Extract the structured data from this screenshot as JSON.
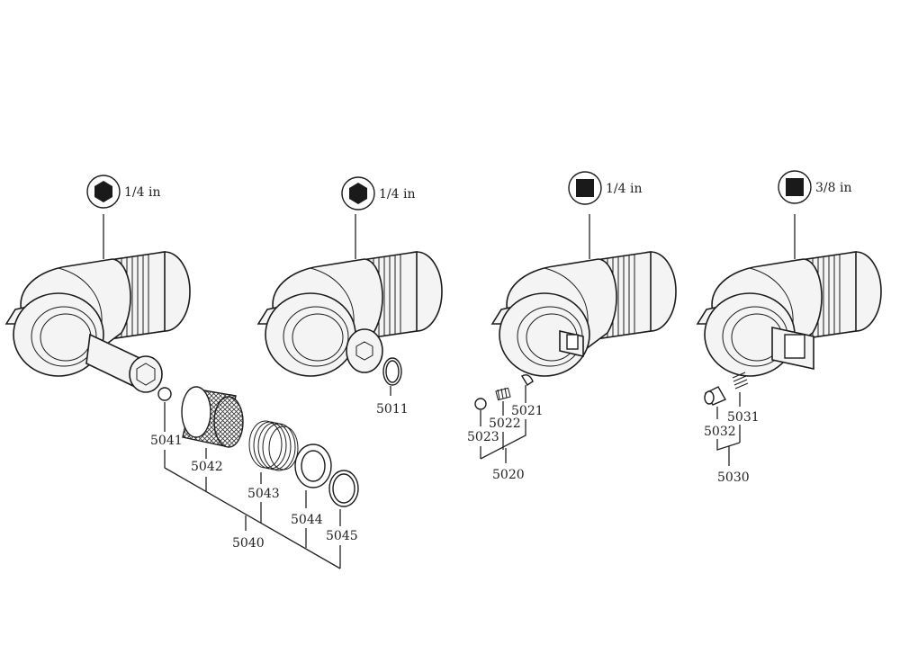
{
  "heads": [
    {
      "drive_label": "1/4 in",
      "drive_icon": "hex-drive-icon"
    },
    {
      "drive_label": "1/4 in",
      "drive_icon": "hex-drive-icon"
    },
    {
      "drive_label": "1/4 in",
      "drive_icon": "square-drive-icon"
    },
    {
      "drive_label": "3/8 in",
      "drive_icon": "square-drive-icon"
    }
  ],
  "parts": {
    "p5041": "5041",
    "p5042": "5042",
    "p5043": "5043",
    "p5044": "5044",
    "p5045": "5045",
    "p5040": "5040",
    "p5011": "5011",
    "p5021": "5021",
    "p5022": "5022",
    "p5023": "5023",
    "p5020": "5020",
    "p5031": "5031",
    "p5032": "5032",
    "p5030": "5030"
  }
}
